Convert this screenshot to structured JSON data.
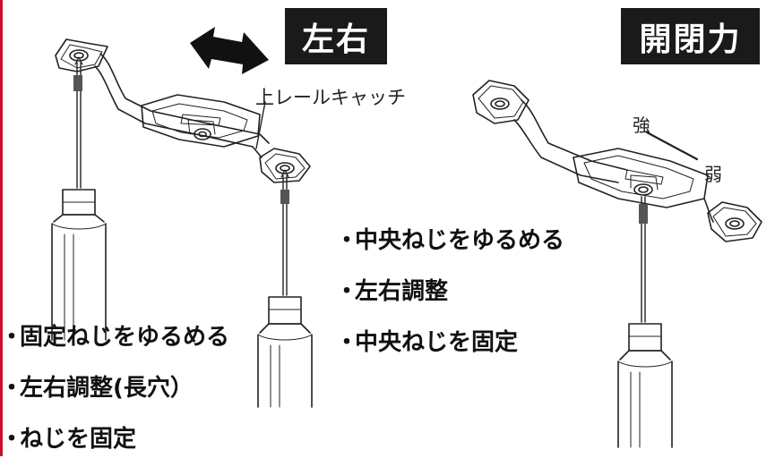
{
  "badges": {
    "left_right": "左右",
    "open_close_force": "開閉力"
  },
  "labels": {
    "upper_rail_catch": "上レールキャッチ",
    "strong": "強",
    "weak": "弱"
  },
  "steps_left": [
    "固定ねじをゆるめる",
    "左右調整(長穴）",
    "ねじを固定"
  ],
  "steps_mid": [
    "中央ねじをゆるめる",
    "左右調整",
    "中央ねじを固定"
  ],
  "colors": {
    "edge": "#c8102e",
    "badge_bg": "#1a1a1a",
    "badge_text": "#ffffff",
    "line": "#222222"
  }
}
